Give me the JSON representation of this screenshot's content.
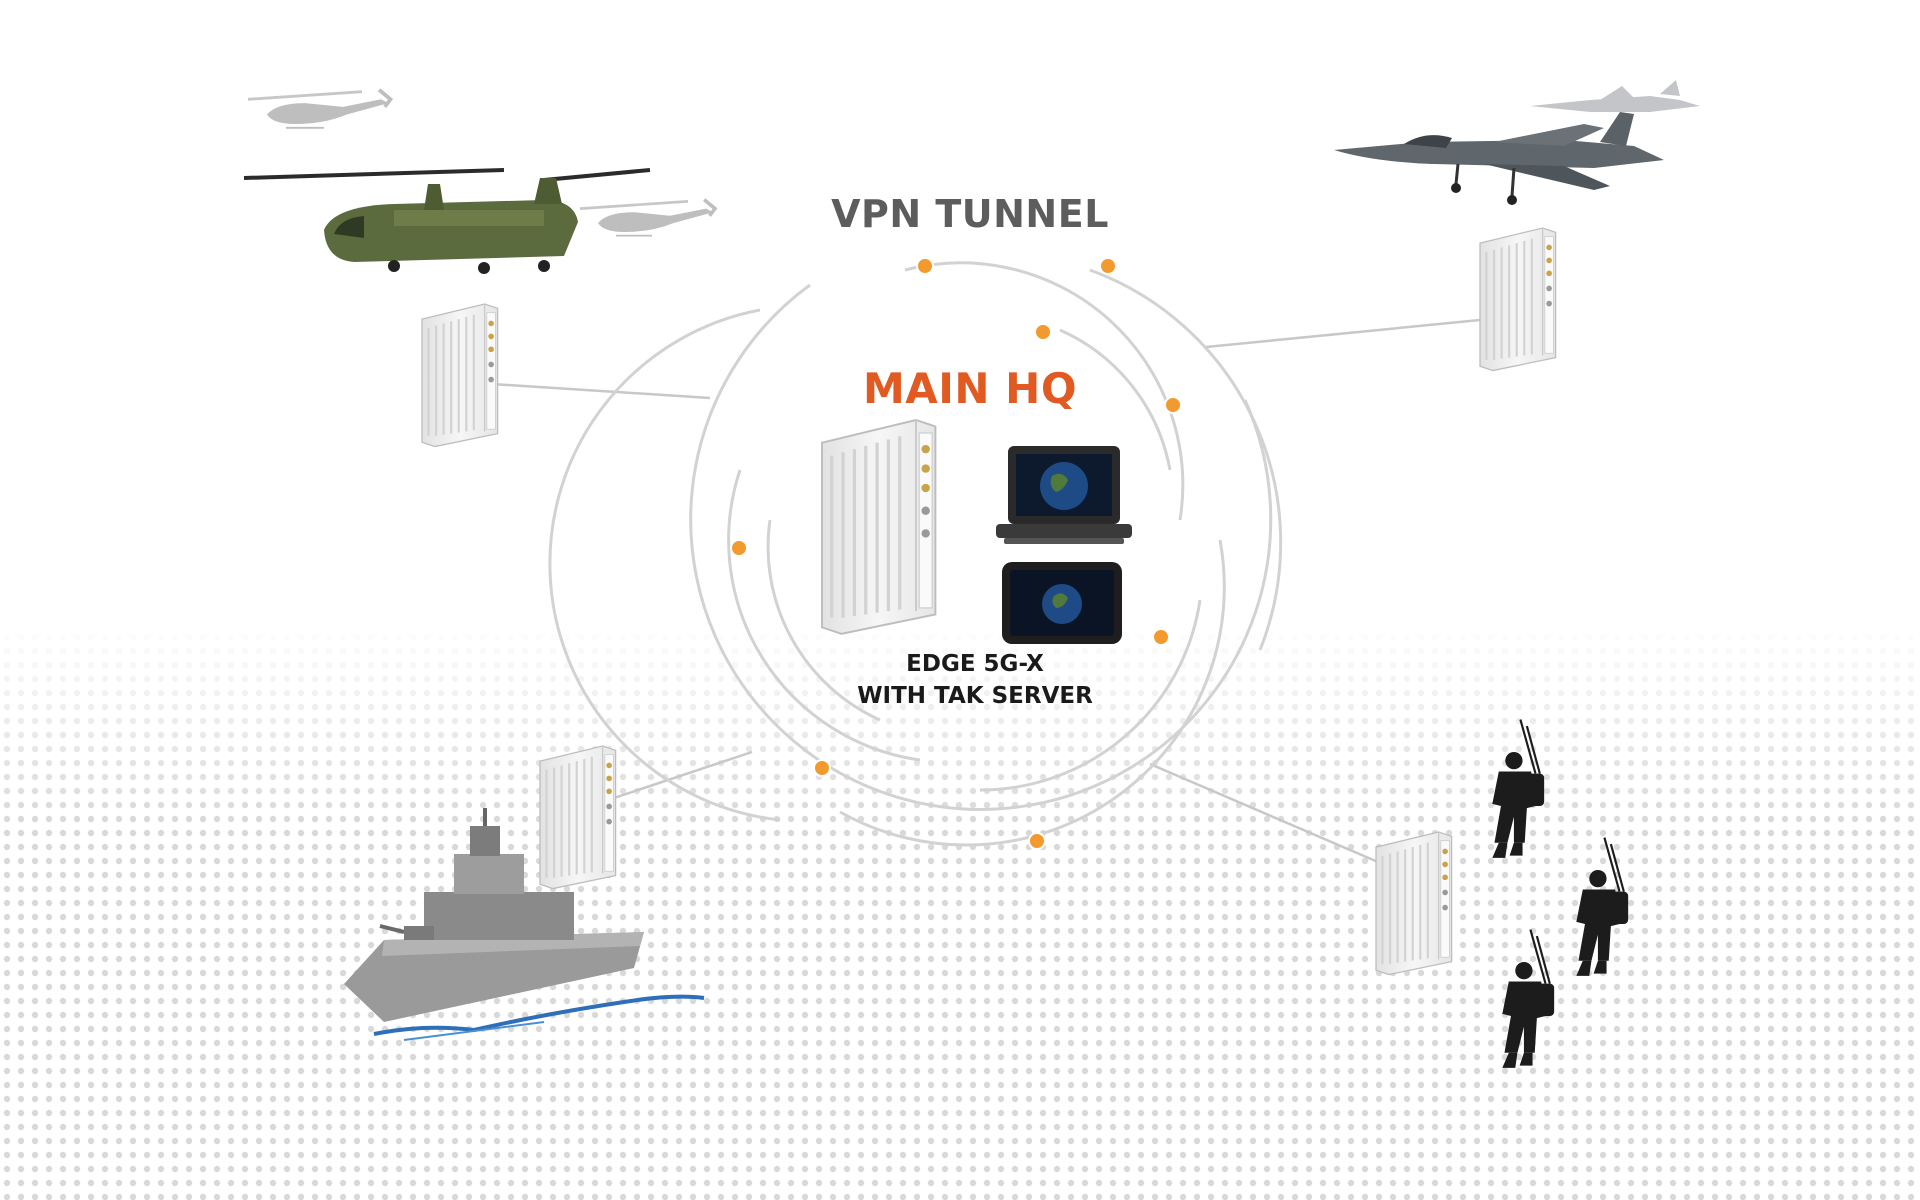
{
  "labels": {
    "vpn_tunnel": "VPN TUNNEL",
    "main_hq": "MAIN HQ",
    "device_line1": "EDGE 5G-X",
    "device_line2": "WITH TAK SERVER"
  },
  "colors": {
    "accent_orange": "#e05a22",
    "node_orange": "#f29a2e",
    "ring_gray": "#cfcfcf",
    "title_gray": "#5d5d5d",
    "silhouette": "#1c1c1c"
  },
  "nodes": [
    {
      "name": "helicopter-group",
      "icon": "helicopter-icon"
    },
    {
      "name": "fighter-jet-group",
      "icon": "fighter-jet-icon"
    },
    {
      "name": "naval-ship",
      "icon": "ship-icon"
    },
    {
      "name": "soldier-group",
      "icon": "soldier-icon"
    }
  ]
}
